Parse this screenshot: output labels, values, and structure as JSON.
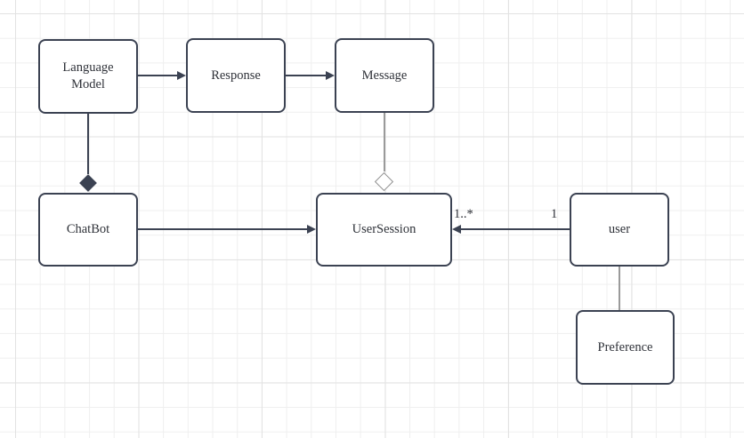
{
  "diagram": {
    "type": "uml-class-diagram",
    "nodes": {
      "language_model": {
        "label": "Language Model"
      },
      "response": {
        "label": "Response"
      },
      "message": {
        "label": "Message"
      },
      "chatbot": {
        "label": "ChatBot"
      },
      "user_session": {
        "label": "UserSession"
      },
      "user": {
        "label": "user"
      },
      "preference": {
        "label": "Preference"
      }
    },
    "edges": [
      {
        "from": "Language Model",
        "to": "Response",
        "type": "directed-arrow"
      },
      {
        "from": "Response",
        "to": "Message",
        "type": "directed-arrow"
      },
      {
        "from": "Language Model",
        "to": "ChatBot",
        "type": "composition-filled-diamond"
      },
      {
        "from": "Message",
        "to": "UserSession",
        "type": "aggregation-hollow-diamond"
      },
      {
        "from": "ChatBot",
        "to": "UserSession",
        "type": "directed-arrow"
      },
      {
        "from": "user",
        "to": "UserSession",
        "type": "directed-arrow",
        "source_multiplicity": "1",
        "target_multiplicity": "1..*"
      },
      {
        "from": "user",
        "to": "Preference",
        "type": "plain-line"
      }
    ],
    "labels": {
      "user_session_multiplicity": "1..*",
      "user_multiplicity": "1"
    },
    "colors": {
      "canvas_background": "#ffffff",
      "grid_minor": "#efefef",
      "grid_major": "#e2e2e2",
      "node_fill": "#ffffff",
      "node_border": "#3b4252",
      "arrow": "#3b4252",
      "aggregation_line": "#9a9a9a",
      "text": "#2e3138"
    }
  }
}
